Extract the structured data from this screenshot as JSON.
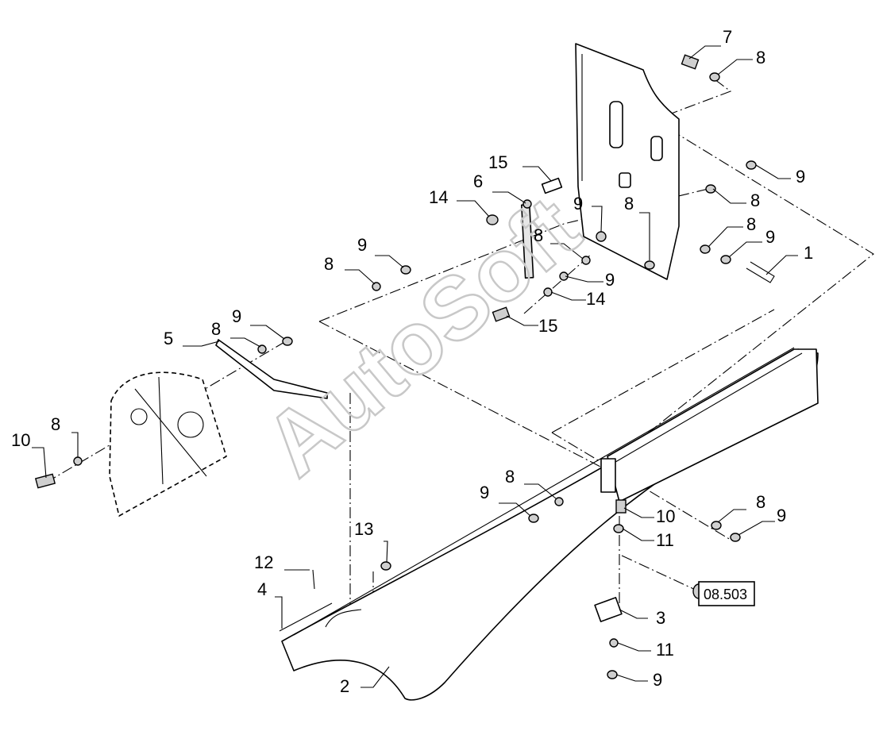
{
  "watermark": "AutoSoft",
  "reference_box": {
    "label": "08.503"
  },
  "callouts": [
    {
      "id": "c-7",
      "label": "7"
    },
    {
      "id": "c-8a",
      "label": "8"
    },
    {
      "id": "c-9a",
      "label": "9"
    },
    {
      "id": "c-8b",
      "label": "8"
    },
    {
      "id": "c-8c",
      "label": "8"
    },
    {
      "id": "c-9b",
      "label": "9"
    },
    {
      "id": "c-1",
      "label": "1"
    },
    {
      "id": "c-15a",
      "label": "15"
    },
    {
      "id": "c-6",
      "label": "6"
    },
    {
      "id": "c-14a",
      "label": "14"
    },
    {
      "id": "c-9c",
      "label": "9"
    },
    {
      "id": "c-8d",
      "label": "8"
    },
    {
      "id": "c-8e",
      "label": "8"
    },
    {
      "id": "c-9d",
      "label": "9"
    },
    {
      "id": "c-14b",
      "label": "14"
    },
    {
      "id": "c-15b",
      "label": "15"
    },
    {
      "id": "c-9e",
      "label": "9"
    },
    {
      "id": "c-8f",
      "label": "8"
    },
    {
      "id": "c-5",
      "label": "5"
    },
    {
      "id": "c-8g",
      "label": "8"
    },
    {
      "id": "c-9f",
      "label": "9"
    },
    {
      "id": "c-10a",
      "label": "10"
    },
    {
      "id": "c-8h",
      "label": "8"
    },
    {
      "id": "c-13",
      "label": "13"
    },
    {
      "id": "c-12",
      "label": "12"
    },
    {
      "id": "c-4",
      "label": "4"
    },
    {
      "id": "c-2",
      "label": "2"
    },
    {
      "id": "c-9g",
      "label": "9"
    },
    {
      "id": "c-8i",
      "label": "8"
    },
    {
      "id": "c-10b",
      "label": "10"
    },
    {
      "id": "c-11a",
      "label": "11"
    },
    {
      "id": "c-8j",
      "label": "8"
    },
    {
      "id": "c-9h",
      "label": "9"
    },
    {
      "id": "c-3",
      "label": "3"
    },
    {
      "id": "c-11b",
      "label": "11"
    },
    {
      "id": "c-9i",
      "label": "9"
    }
  ]
}
